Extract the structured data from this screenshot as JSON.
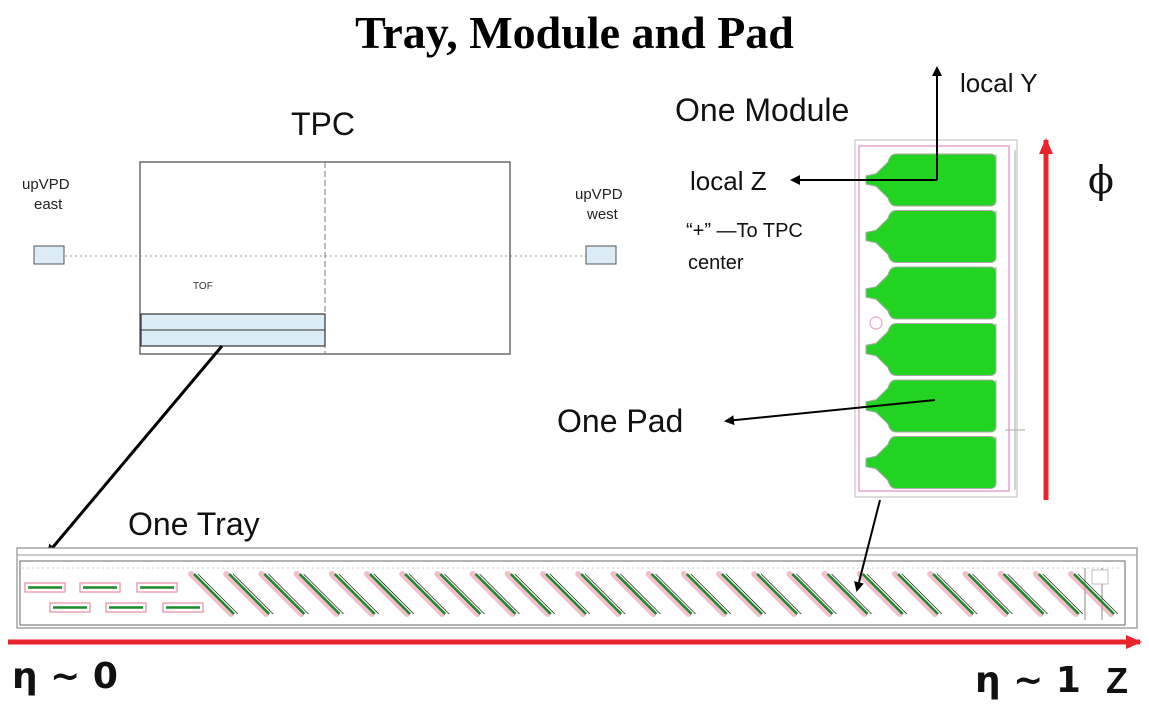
{
  "title": "Tray, Module and Pad",
  "tpc": {
    "label": "TPC",
    "upvpd_east": [
      "upVPD",
      "east"
    ],
    "upvpd_west": [
      "upVPD",
      "west"
    ],
    "tof_label": "TOF"
  },
  "module": {
    "label": "One Module",
    "local_y": "local Y",
    "local_z": "local Z",
    "plus_note": [
      "“+” —To TPC",
      "center"
    ],
    "phi": "ϕ",
    "pad_label": "One Pad",
    "pad_count": 6
  },
  "tray": {
    "label": "One Tray",
    "eta_left": "η ~ 0",
    "eta_right": "η ~ 1",
    "z_label": "Z",
    "flat_modules": 6,
    "tilted_modules": 26
  },
  "colors": {
    "arrow_red": "#e8232a",
    "pad_green": "#22d322",
    "detector_fill": "#dcecf7",
    "module_outline": "#e6a6cf"
  }
}
